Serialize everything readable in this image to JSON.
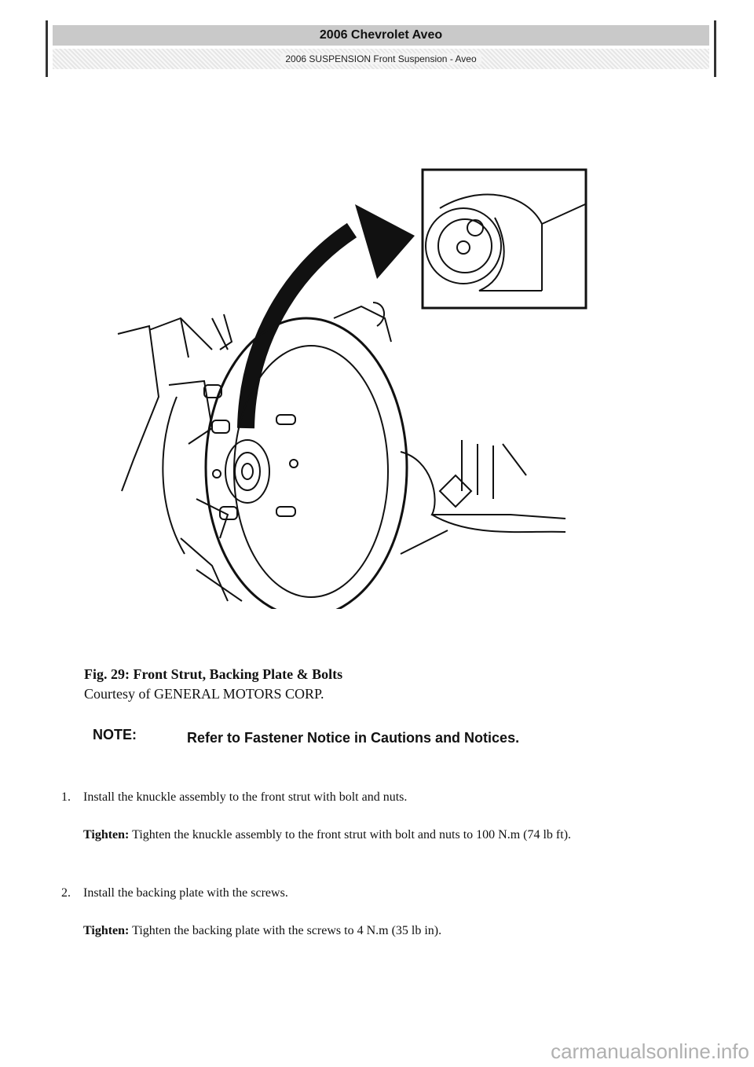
{
  "header": {
    "title": "2006 Chevrolet Aveo",
    "subtitle": "2006 SUSPENSION Front Suspension - Aveo"
  },
  "figure": {
    "caption_title": "Fig. 29: Front Strut, Backing Plate & Bolts",
    "caption_credit": "Courtesy of GENERAL MOTORS CORP."
  },
  "note": {
    "label": "NOTE:",
    "text": "Refer to Fastener Notice in Cautions and Notices."
  },
  "steps": [
    {
      "number": "1.",
      "text": "Install the knuckle assembly to the front strut with bolt and nuts.",
      "tighten_label": "Tighten:",
      "tighten_text": "Tighten the knuckle assembly to the front strut with bolt and nuts to 100 N.m (74 lb ft)."
    },
    {
      "number": "2.",
      "text": "Install the backing plate with the screws.",
      "tighten_label": "Tighten:",
      "tighten_text": "Tighten the backing plate with the screws to 4 N.m (35 lb in)."
    }
  ],
  "watermark": "carmanualsonline.info"
}
